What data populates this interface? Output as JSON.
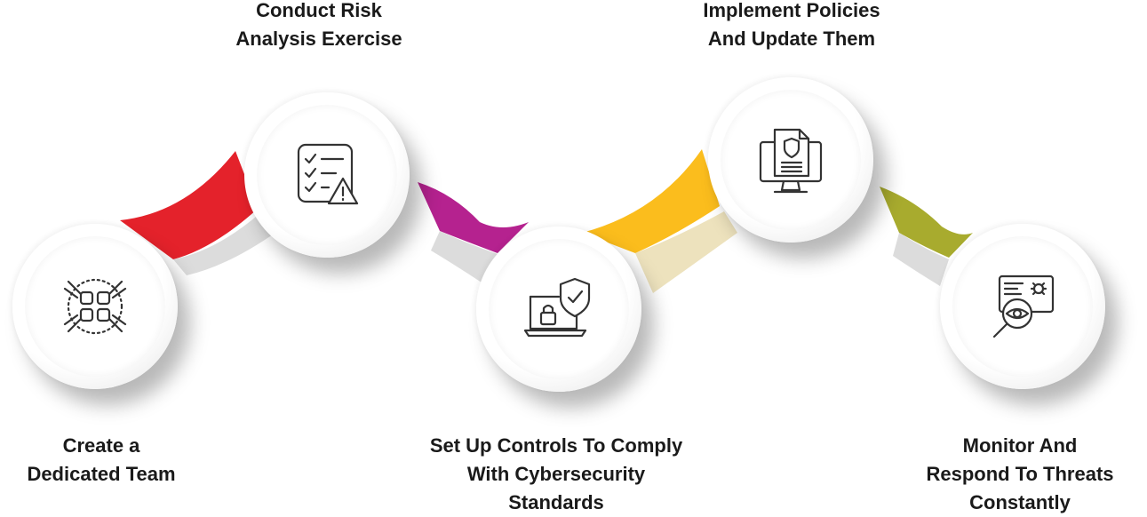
{
  "steps": [
    {
      "id": 1,
      "label_lines": [
        "Create a",
        "Dedicated Team"
      ],
      "icon": "team-fist-bump-icon",
      "accent": "#e4222b"
    },
    {
      "id": 2,
      "label_lines": [
        "Conduct Risk",
        "Analysis Exercise"
      ],
      "icon": "checklist-warning-icon",
      "accent": "#b5228f"
    },
    {
      "id": 3,
      "label_lines": [
        "Set Up Controls To Comply",
        "With Cybersecurity",
        "Standards"
      ],
      "icon": "laptop-lock-shield-icon",
      "accent": "#fbbd1d"
    },
    {
      "id": 4,
      "label_lines": [
        "Implement Policies",
        "And Update Them"
      ],
      "icon": "monitor-policy-document-icon",
      "accent": "#a8ab2e"
    },
    {
      "id": 5,
      "label_lines": [
        "Monitor And",
        "Respond To Threats",
        "Constantly"
      ],
      "icon": "monitor-threat-search-icon",
      "accent": "#a8ab2e"
    }
  ],
  "colors": {
    "red": "#e4222b",
    "magenta": "#b5228f",
    "yellow": "#fbbd1d",
    "olive": "#a8ab2e",
    "grey": "#dcdcdc",
    "text": "#1a1a1a"
  }
}
